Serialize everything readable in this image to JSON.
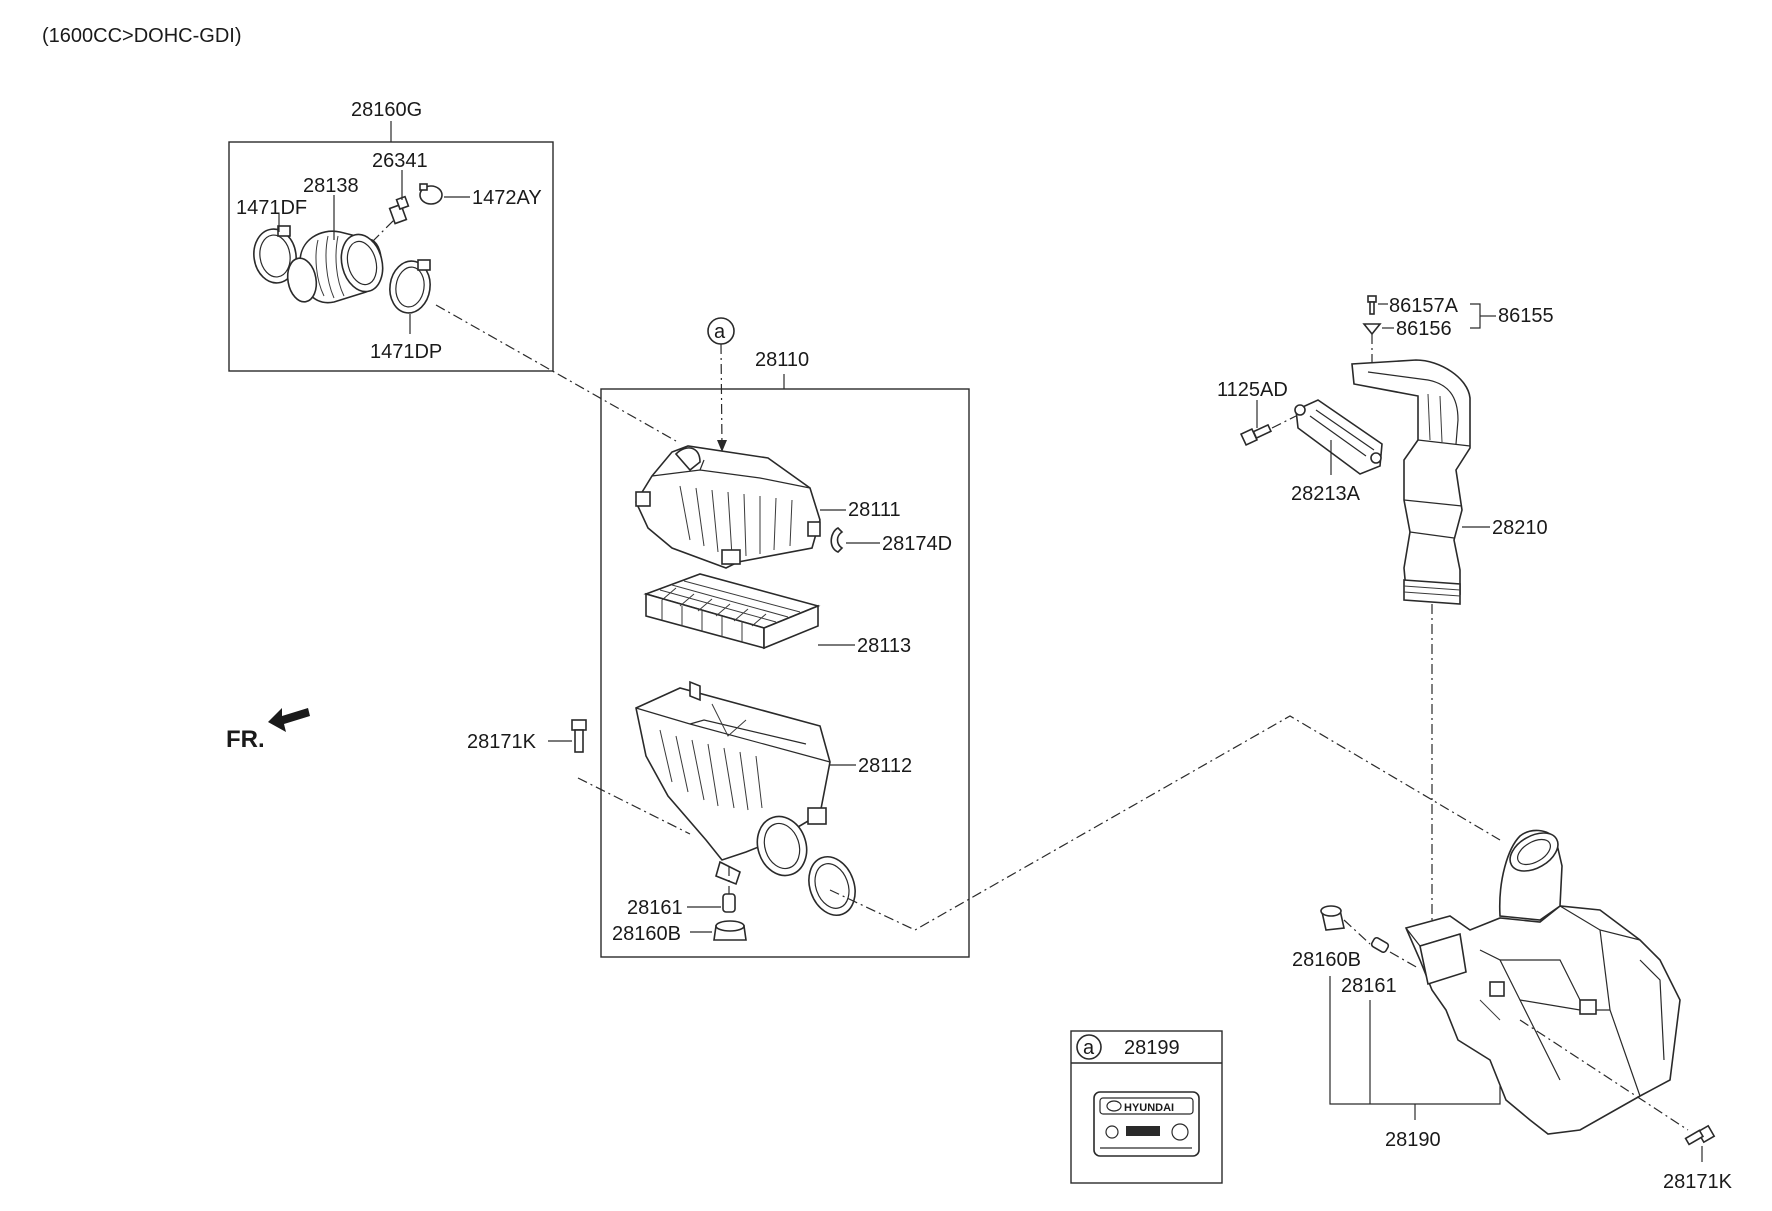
{
  "header": {
    "engine_note": "(1600CC>DOHC-GDI)"
  },
  "orientation": {
    "front_label": "FR."
  },
  "parts": {
    "p28160G": "28160G",
    "p26341": "26341",
    "p28138": "28138",
    "p1471DF": "1471DF",
    "p1472AY": "1472AY",
    "p1471DP": "1471DP",
    "p28110": "28110",
    "p28111": "28111",
    "p28174D": "28174D",
    "p28113": "28113",
    "p28112": "28112",
    "p28171K_left": "28171K",
    "p28161_left": "28161",
    "p28160B_left": "28160B",
    "p86157A": "86157A",
    "p86155": "86155",
    "p86156": "86156",
    "p1125AD": "1125AD",
    "p28213A": "28213A",
    "p28210": "28210",
    "p28160B_right": "28160B",
    "p28161_right": "28161",
    "p28190": "28190",
    "p28171K_right": "28171K",
    "p28199": "28199"
  },
  "callouts": {
    "a_main": "a",
    "a_legend": "a"
  },
  "label_decal": {
    "brand": "HYUNDAI"
  },
  "colors": {
    "line": "#2a2a2a",
    "background": "#ffffff"
  }
}
